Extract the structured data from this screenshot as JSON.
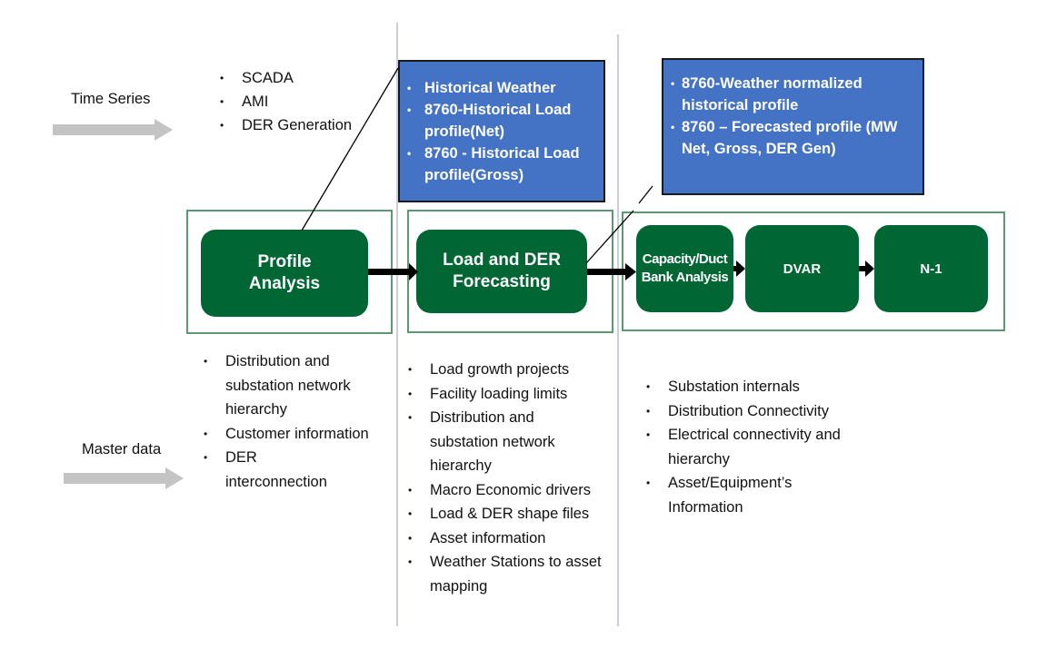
{
  "rows": {
    "time_series": {
      "label": "Time Series",
      "items": [
        "SCADA",
        "AMI",
        "DER Generation"
      ]
    },
    "master_data": {
      "label": "Master data",
      "items": [
        "Distribution and substation network hierarchy",
        "Customer information",
        "DER interconnection"
      ]
    }
  },
  "stages": [
    {
      "id": "profile",
      "processes": [
        {
          "label_line1": "Profile",
          "label_line2": "Analysis"
        }
      ],
      "callout": {
        "items": [
          "Historical Weather",
          "8760-Historical Load profile(Net)",
          "8760 - Historical Load profile(Gross)"
        ]
      },
      "master_items": []
    },
    {
      "id": "forecasting",
      "processes": [
        {
          "label_line1": "Load and DER",
          "label_line2": "Forecasting"
        }
      ],
      "callout": {
        "items": [
          "8760-Weather normalized historical profile",
          "8760 – Forecasted profile (MW Net, Gross, DER Gen)"
        ]
      },
      "master_items": [
        "Load growth projects",
        "Facility loading limits",
        "Distribution and substation network hierarchy",
        "Macro Economic drivers",
        "Load & DER shape files",
        "Asset information",
        "Weather Stations to asset mapping"
      ]
    },
    {
      "id": "analysis",
      "processes": [
        {
          "label_line1": "Capacity/Duct",
          "label_line2": "Bank Analysis"
        },
        {
          "label_line1": "DVAR",
          "label_line2": ""
        },
        {
          "label_line1": "N-1",
          "label_line2": ""
        }
      ],
      "master_items": [
        "Substation internals",
        "Distribution Connectivity",
        "Electrical connectivity and hierarchy",
        "Asset/Equipment’s Information"
      ]
    }
  ],
  "colors": {
    "process_fill": "#006633",
    "callout_fill": "#4472c4",
    "frame_border": "#5a9a72",
    "input_arrow": "#c4c4c4"
  }
}
